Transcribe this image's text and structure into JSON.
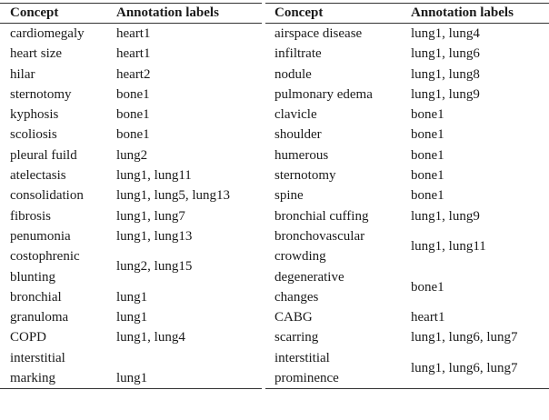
{
  "left_table": {
    "headers": {
      "concept": "Concept",
      "labels": "Annotation labels"
    },
    "rows": [
      {
        "concept": "cardiomegaly",
        "labels": "heart1"
      },
      {
        "concept": "heart size",
        "labels": "heart1"
      },
      {
        "concept": "hilar",
        "labels": "heart2"
      },
      {
        "concept": "sternotomy",
        "labels": "bone1"
      },
      {
        "concept": "kyphosis",
        "labels": "bone1"
      },
      {
        "concept": "scoliosis",
        "labels": "bone1"
      },
      {
        "concept": "pleural fuild",
        "labels": "lung2"
      },
      {
        "concept": "atelectasis",
        "labels": "lung1, lung11"
      },
      {
        "concept": "consolidation",
        "labels": "lung1, lung5, lung13"
      },
      {
        "concept": "fibrosis",
        "labels": "lung1, lung7"
      },
      {
        "concept": "penumonia",
        "labels": "lung1, lung13"
      },
      {
        "concept": "costophrenic\nblunting",
        "labels": "lung2, lung15"
      },
      {
        "concept": "bronchial",
        "labels": "lung1"
      },
      {
        "concept": "granuloma",
        "labels": "lung1"
      },
      {
        "concept": "COPD",
        "labels": "lung1, lung4"
      },
      {
        "concept": "interstitial\nmarking",
        "labels": "lung1"
      }
    ]
  },
  "right_table": {
    "headers": {
      "concept": "Concept",
      "labels": "Annotation labels"
    },
    "rows": [
      {
        "concept": "airspace disease",
        "labels": "lung1, lung4"
      },
      {
        "concept": "infiltrate",
        "labels": "lung1, lung6"
      },
      {
        "concept": "nodule",
        "labels": "lung1, lung8"
      },
      {
        "concept": "pulmonary edema",
        "labels": "lung1, lung9"
      },
      {
        "concept": "clavicle",
        "labels": "bone1"
      },
      {
        "concept": "shoulder",
        "labels": "bone1"
      },
      {
        "concept": "humerous",
        "labels": "bone1"
      },
      {
        "concept": "sternotomy",
        "labels": "bone1"
      },
      {
        "concept": "spine",
        "labels": "bone1"
      },
      {
        "concept": "bronchial cuffing",
        "labels": "lung1, lung9"
      },
      {
        "concept": "bronchovascular\ncrowding",
        "labels": "lung1, lung11"
      },
      {
        "concept": "degenerative\nchanges",
        "labels": "bone1"
      },
      {
        "concept": "CABG",
        "labels": "heart1"
      },
      {
        "concept": "scarring",
        "labels": "lung1, lung6, lung7"
      },
      {
        "concept": "interstitial\nprominence",
        "labels": "lung1, lung6, lung7"
      }
    ]
  }
}
